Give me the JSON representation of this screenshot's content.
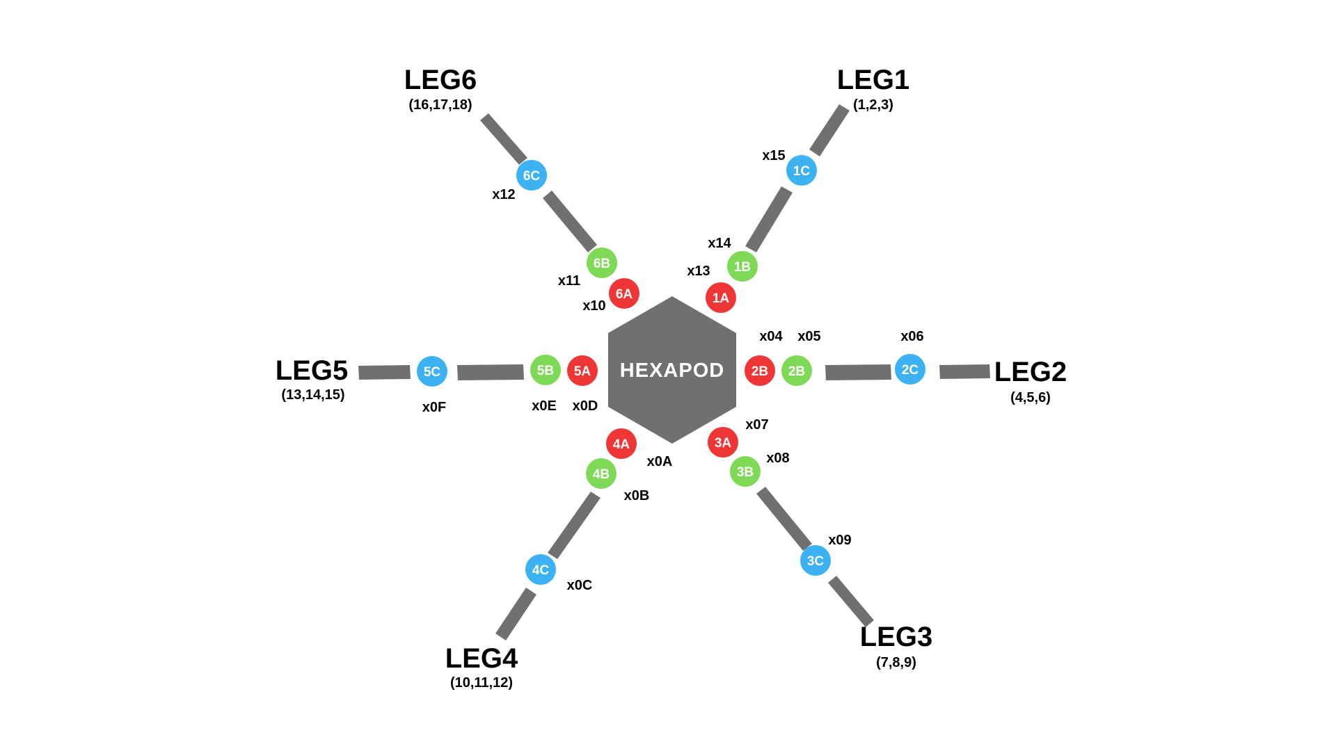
{
  "colors": {
    "background": "#ffffff",
    "segment": "#707070",
    "body": "#707070",
    "joint_a": "#ef3636",
    "joint_b": "#7ed957",
    "joint_c": "#3cb2f3",
    "text": "#000000",
    "node_text": "#ffffff"
  },
  "body": {
    "label": "HEXAPOD"
  },
  "legs": [
    {
      "id": "leg1",
      "title": "LEG1",
      "servos": "(1,2,3)",
      "joints": [
        {
          "label": "1A",
          "addr": "x13",
          "type": "a"
        },
        {
          "label": "1B",
          "addr": "x14",
          "type": "b"
        },
        {
          "label": "1C",
          "addr": "x15",
          "type": "c"
        }
      ]
    },
    {
      "id": "leg2",
      "title": "LEG2",
      "servos": "(4,5,6)",
      "joints": [
        {
          "label": "2B",
          "addr": "x04",
          "type": "a"
        },
        {
          "label": "2B",
          "addr": "x05",
          "type": "b"
        },
        {
          "label": "2C",
          "addr": "x06",
          "type": "c"
        }
      ]
    },
    {
      "id": "leg3",
      "title": "LEG3",
      "servos": "(7,8,9)",
      "joints": [
        {
          "label": "3A",
          "addr": "x07",
          "type": "a"
        },
        {
          "label": "3B",
          "addr": "x08",
          "type": "b"
        },
        {
          "label": "3C",
          "addr": "x09",
          "type": "c"
        }
      ]
    },
    {
      "id": "leg4",
      "title": "LEG4",
      "servos": "(10,11,12)",
      "joints": [
        {
          "label": "4A",
          "addr": "x0A",
          "type": "a"
        },
        {
          "label": "4B",
          "addr": "x0B",
          "type": "b"
        },
        {
          "label": "4C",
          "addr": "x0C",
          "type": "c"
        }
      ]
    },
    {
      "id": "leg5",
      "title": "LEG5",
      "servos": "(13,14,15)",
      "joints": [
        {
          "label": "5A",
          "addr": "x0D",
          "type": "a"
        },
        {
          "label": "5B",
          "addr": "x0E",
          "type": "b"
        },
        {
          "label": "5C",
          "addr": "x0F",
          "type": "c"
        }
      ]
    },
    {
      "id": "leg6",
      "title": "LEG6",
      "servos": "(16,17,18)",
      "joints": [
        {
          "label": "6A",
          "addr": "x10",
          "type": "a"
        },
        {
          "label": "6B",
          "addr": "x11",
          "type": "b"
        },
        {
          "label": "6C",
          "addr": "x12",
          "type": "c"
        }
      ]
    }
  ]
}
